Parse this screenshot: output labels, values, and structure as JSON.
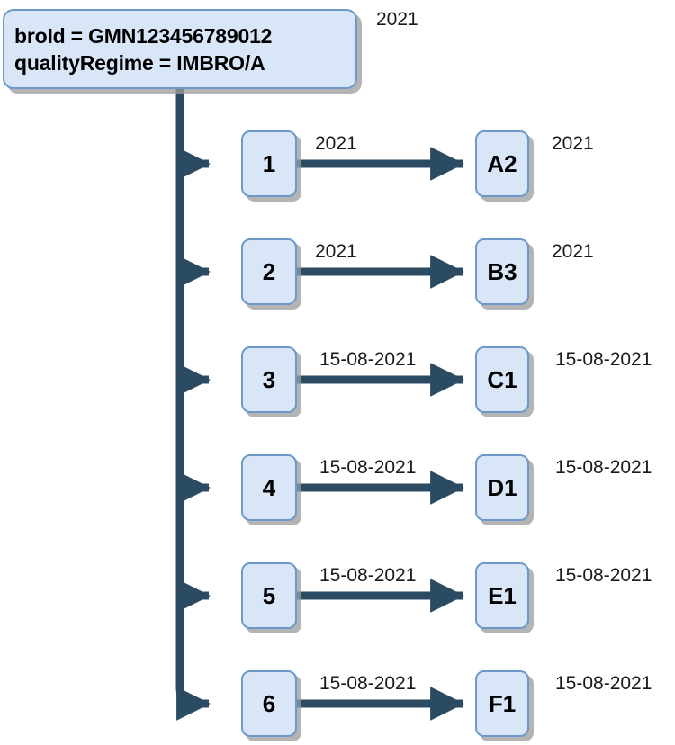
{
  "diagram": {
    "title_text": "broId = GMN123456789012\nqualityRegime = IMBRO/A",
    "header_side_label": "2021",
    "colors": {
      "node_fill": "#d9e6f8",
      "node_border": "#6c98ca",
      "connector": "#2b4b63",
      "text": "#000000",
      "background": "#ffffff",
      "shadow": "#9b9b9b"
    },
    "rows": [
      {
        "number_label": "1",
        "letter_label": "A2",
        "edge_label": "2021",
        "side_label": "2021"
      },
      {
        "number_label": "2",
        "letter_label": "B3",
        "edge_label": "2021",
        "side_label": "2021"
      },
      {
        "number_label": "3",
        "letter_label": "C1",
        "edge_label": "15-08-2021",
        "side_label": "15-08-2021"
      },
      {
        "number_label": "4",
        "letter_label": "D1",
        "edge_label": "15-08-2021",
        "side_label": "15-08-2021"
      },
      {
        "number_label": "5",
        "letter_label": "E1",
        "edge_label": "15-08-2021",
        "side_label": "15-08-2021"
      },
      {
        "number_label": "6",
        "letter_label": "F1",
        "edge_label": "15-08-2021",
        "side_label": "15-08-2021"
      }
    ]
  }
}
